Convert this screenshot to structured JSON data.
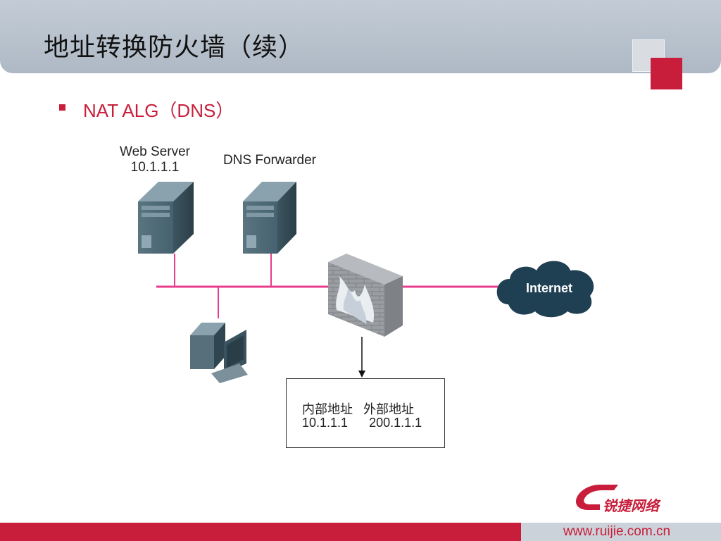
{
  "slide": {
    "title": "地址转换防火墙（续）",
    "bullet": "NAT ALG（DNS）"
  },
  "diagram": {
    "web_server": {
      "name": "Web Server",
      "ip": "10.1.1.1"
    },
    "dns_forwarder": {
      "name": "DNS Forwarder"
    },
    "internet": {
      "label": "Internet"
    },
    "nat_table": {
      "header": "内部地址   外部地址",
      "row": "10.1.1.1      200.1.1.1"
    }
  },
  "footer": {
    "logo_text": "锐捷网络",
    "url": "www.ruijie.com.cn"
  },
  "colors": {
    "accent": "#c81e3b",
    "link_line": "#e83c8c",
    "title_bar": "#b4bec9"
  }
}
